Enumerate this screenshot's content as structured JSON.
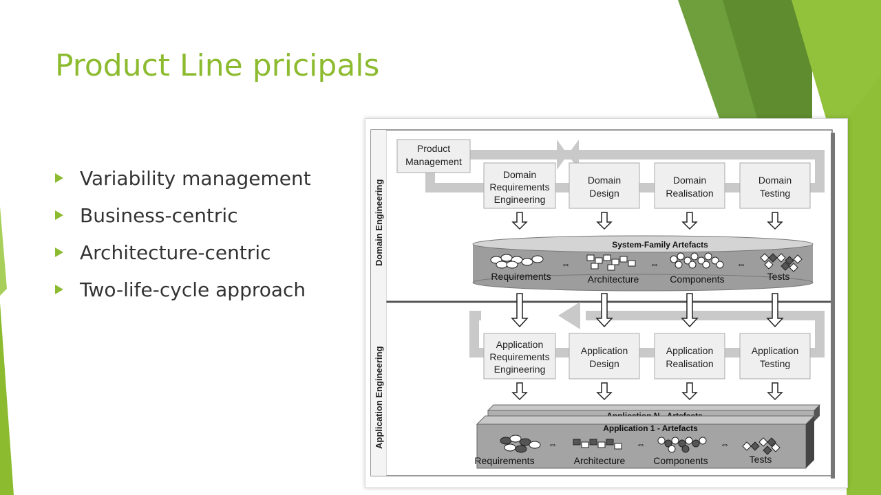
{
  "title": "Product Line pricipals",
  "bullets": [
    "Variability management",
    "Business-centric",
    "Architecture-centric",
    "Two-life-cycle approach"
  ],
  "diagram": {
    "product_management": [
      "Product",
      "Management"
    ],
    "domain_engineering_label": "Domain Engineering",
    "application_engineering_label": "Application Engineering",
    "domain_boxes": [
      [
        "Domain",
        "Requirements",
        "Engineering"
      ],
      [
        "Domain",
        "Design"
      ],
      [
        "Domain",
        "Realisation"
      ],
      [
        "Domain",
        "Testing"
      ]
    ],
    "system_family_label": "System-Family Artefacts",
    "artefacts": [
      "Requirements",
      "Architecture",
      "Components",
      "Tests"
    ],
    "application_boxes": [
      [
        "Application",
        "Requirements",
        "Engineering"
      ],
      [
        "Application",
        "Design"
      ],
      [
        "Application",
        "Realisation"
      ],
      [
        "Application",
        "Testing"
      ]
    ],
    "app_n_label": "Application N - Artefacts",
    "app_1_label": "Application 1 - Artefacts",
    "app_artefacts": [
      "Requirements",
      "Architecture",
      "Components",
      "Tests"
    ],
    "equiv_symbol": "⇔"
  },
  "colors": {
    "accent": "#8dbb30",
    "dark_green": "#5e8c2e",
    "box_fill": "#efefef",
    "band_fill": "#a4a4a4"
  }
}
